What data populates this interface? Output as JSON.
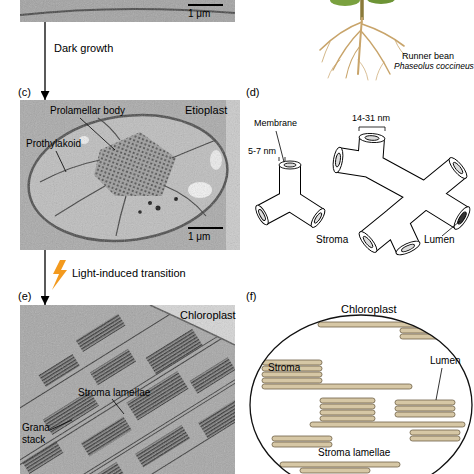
{
  "diagram": {
    "nodes": [
      {
        "text": [
          "1 μm"
        ]
      },
      {
        "text": [
          "Prolamellar body",
          "Etioplast",
          "Prothylakoid",
          "1 μm"
        ]
      },
      {
        "text": [
          "Chloroplast",
          "Stroma lamellae",
          "Grana stack"
        ]
      },
      {
        "text": [
          "Chloroplast",
          "Stroma",
          "Lumen",
          "Stroma lamellae"
        ]
      }
    ],
    "edges": [
      {
        "from": 0,
        "to": 1,
        "arrow": "to",
        "label": "Dark growth"
      },
      {
        "from": 1,
        "to": 2,
        "arrow": "to",
        "label": "Light-induced transition"
      }
    ],
    "labels": [
      "Runner bean",
      "Phaseolus coccineus",
      "(c)",
      "(d)",
      "Membrane",
      "5-7 nm",
      "14-31 nm",
      "Stroma",
      "Lumen",
      "(e)",
      "(f)"
    ]
  }
}
